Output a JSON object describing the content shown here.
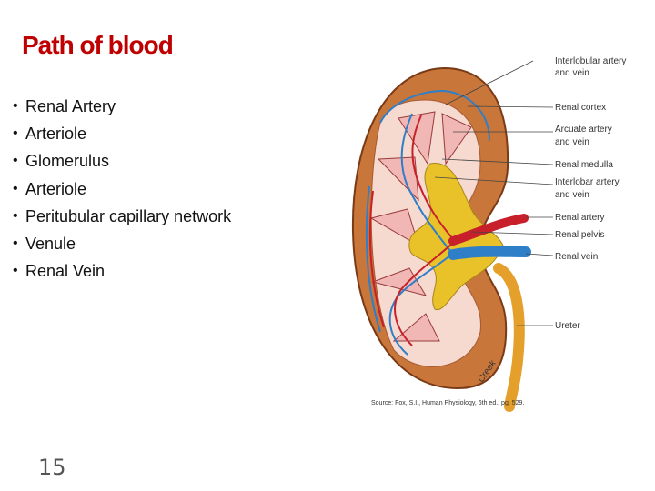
{
  "slide": {
    "title": "Path of blood",
    "bullets": [
      "Renal Artery",
      "Arteriole",
      "Glomerulus",
      "Arteriole",
      "Peritubular capillary network",
      "Venule",
      "Renal Vein"
    ],
    "bullet_glyph": "•",
    "page_number": "15"
  },
  "figure": {
    "labels": [
      "Interlobular artery",
      "and vein",
      "Renal cortex",
      "Arcuate artery",
      "and vein",
      "Renal medulla",
      "Interlobar artery",
      "and vein",
      "Renal artery",
      "Renal pelvis",
      "Renal vein",
      "Ureter"
    ],
    "signature": "Creek",
    "source": "Source: Fox, S.I., Human Physiology, 6th ed., pg. 529."
  },
  "colors": {
    "title": "#c00000",
    "artery": "#c8202a",
    "vein": "#2f7fc8",
    "cortex": "#c9763a",
    "medulla": "#f0b7b4",
    "pelvis": "#e9c22a",
    "ureter": "#e4a02a"
  }
}
